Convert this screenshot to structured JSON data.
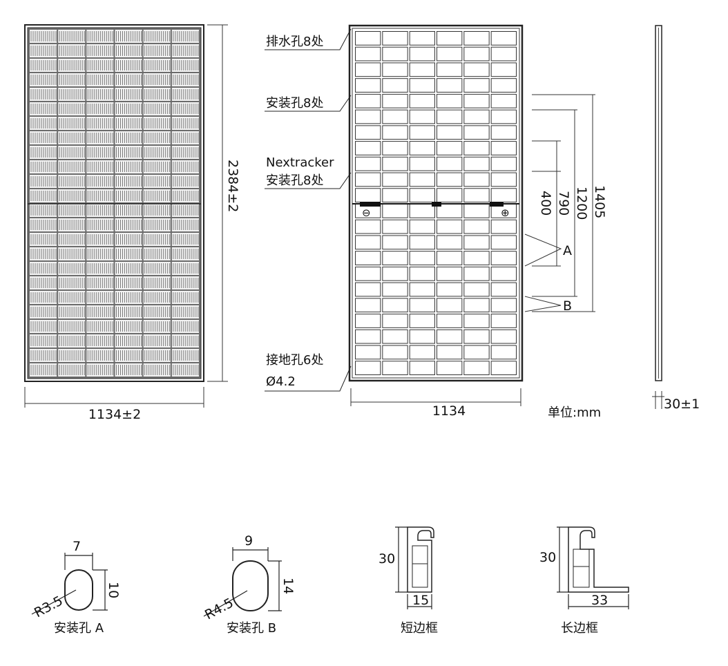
{
  "front": {
    "width_label": "1134±2",
    "height_label": "2384±2"
  },
  "back": {
    "callouts": {
      "drain": "排水孔8处",
      "mount": "安装孔8处",
      "nextracker_line1": "Nextracker",
      "nextracker_line2": "安装孔8处",
      "ground_line1": "接地孔6处",
      "ground_line2": "Ø4.2"
    },
    "width_label": "1134",
    "dims": [
      "400",
      "790",
      "1200",
      "1405"
    ],
    "point_a": "A",
    "point_b": "B",
    "minus": "⊖",
    "plus": "⊕"
  },
  "unit": "单位:mm",
  "side": {
    "thickness_label": "30±1"
  },
  "details": {
    "hole_a": {
      "caption": "安装孔 A",
      "width": "7",
      "height": "10",
      "radius": "R3.5"
    },
    "hole_b": {
      "caption": "安装孔 B",
      "width": "9",
      "height": "14",
      "radius": "R4.5"
    },
    "short_frame": {
      "caption": "短边框",
      "height": "30",
      "width": "15"
    },
    "long_frame": {
      "caption": "长边框",
      "height": "30",
      "width": "33"
    }
  }
}
